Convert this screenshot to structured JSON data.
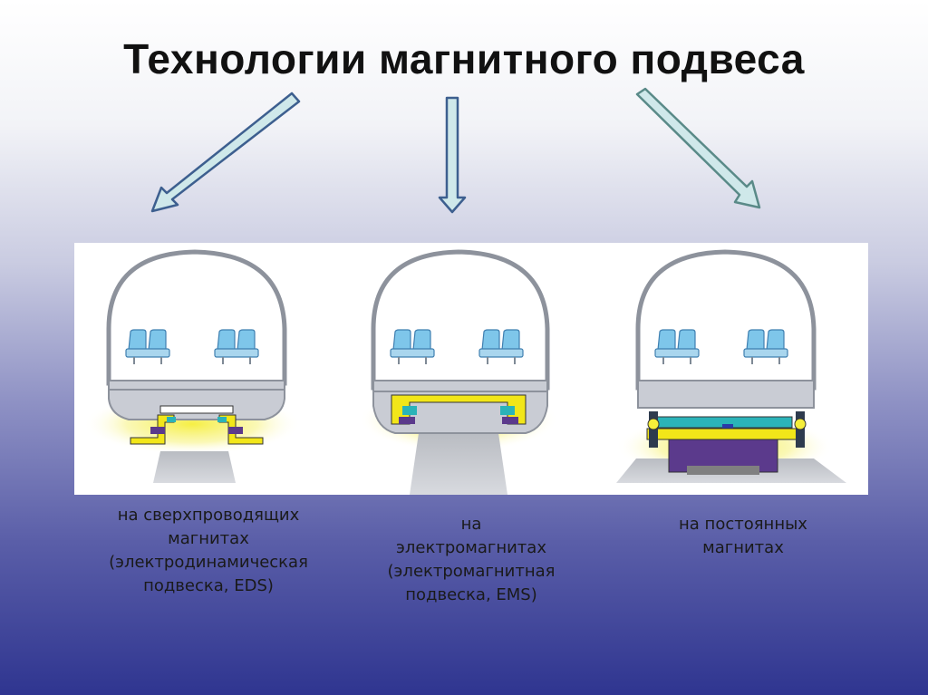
{
  "title": "Технологии магнитного подвеса",
  "captions": {
    "eds": {
      "l1": "на сверхпроводящих",
      "l2": "магнитах",
      "l3": "(электродинамическая",
      "l4": "подвеска, EDS)"
    },
    "ems": {
      "l1": "на",
      "l2": "электромагнитах",
      "l3": "(электромагнитная",
      "l4": "подвеска, EMS)"
    },
    "pm": {
      "l1": "на постоянных",
      "l2": "магнитах"
    }
  },
  "icons": [
    "arrow-left-down",
    "arrow-down",
    "arrow-right-down",
    "maglev-eds-cross-section",
    "maglev-ems-cross-section",
    "maglev-permanent-magnet-cross-section",
    "seat-icon"
  ],
  "colors": {
    "arrow_fill": "#cfe8ea",
    "arrow_stroke": "#3d5f8f",
    "magnet_yellow": "#f2e619",
    "magnet_purple": "#5b3a8c",
    "magnet_teal": "#2bb3b8",
    "seat_blue": "#7ec6ea",
    "capsule_gray": "#c9ccd4"
  }
}
